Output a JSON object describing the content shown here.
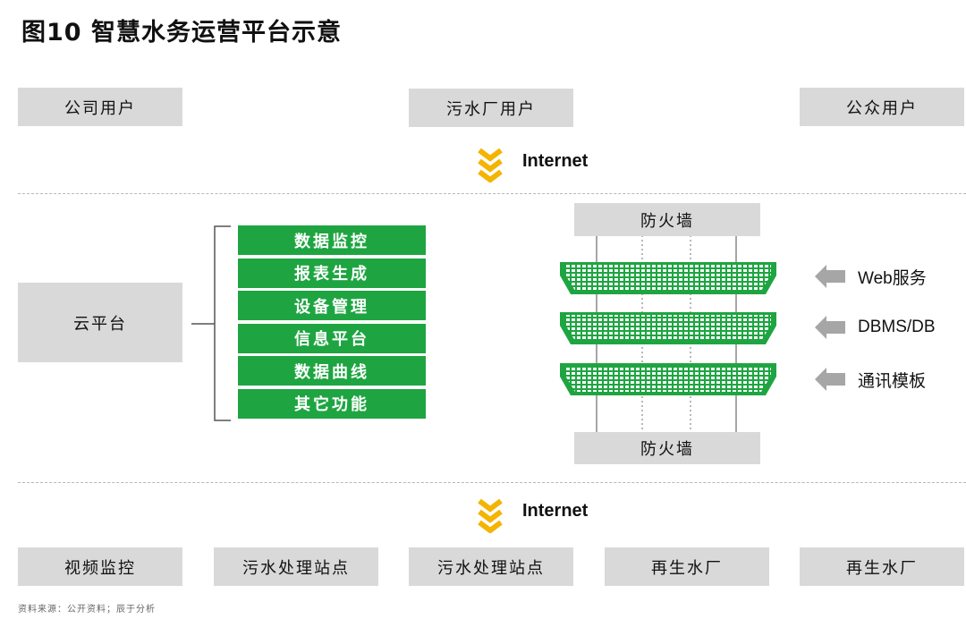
{
  "title": "图10 智慧水务运营平台示意",
  "top_users": [
    "公司用户",
    "污水厂用户",
    "公众用户"
  ],
  "internet_top": "Internet",
  "internet_bottom": "Internet",
  "cloud": "云平台",
  "functions": [
    "数据监控",
    "报表生成",
    "设备管理",
    "信息平台",
    "数据曲线",
    "其它功能"
  ],
  "firewall_top": "防火墙",
  "firewall_bottom": "防火墙",
  "services": [
    {
      "label": "Web服务"
    },
    {
      "label": "DBMS/DB"
    },
    {
      "label": "通讯模板"
    }
  ],
  "bottom_sites": [
    "视频监控",
    "污水处理站点",
    "污水处理站点",
    "再生水厂",
    "再生水厂"
  ],
  "source": "资料来源：公开资料；辰于分析",
  "colors": {
    "green": "#1ea541",
    "grey": "#d9d9d9",
    "yellow": "#f4b400",
    "arrow": "#a6a6a6"
  }
}
